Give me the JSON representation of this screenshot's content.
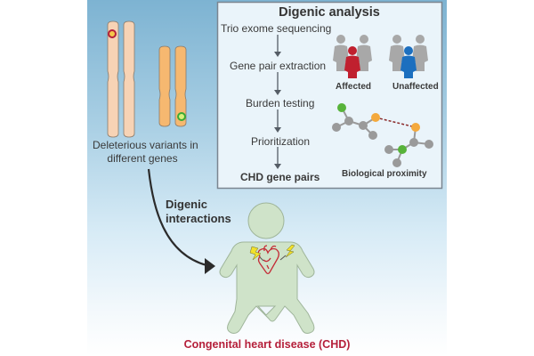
{
  "figure": {
    "colors": {
      "background_top": "#7db3d2",
      "box_fill": "#eaf4fa",
      "chromosome_light": "#f7d3b5",
      "chromosome_dark": "#f6b870",
      "variant_red": "#b5203a",
      "variant_green": "#3aaa35",
      "affected": "#c0202f",
      "unaffected": "#1c6fbf",
      "person_gray": "#a8a8a8",
      "node_gray": "#9a9a9a",
      "node_orange": "#f4a93d",
      "node_green": "#57b33a",
      "baby_fill": "#cfe3c9",
      "heart": "#c42b36",
      "bolt": "#f2e12a",
      "disease_text": "#b5203a"
    },
    "chromosomes_caption": {
      "line1": "Deleterious variants in",
      "line2": "different genes"
    },
    "interaction_label": {
      "line1": "Digenic",
      "line2": "interactions"
    },
    "analysis_box": {
      "title": "Digenic analysis",
      "steps": [
        "Trio exome sequencing",
        "Gene pair extraction",
        "Burden testing",
        "Prioritization",
        "CHD gene pairs"
      ],
      "groups": [
        {
          "label": "Affected",
          "icon": "family-affected-icon"
        },
        {
          "label": "Unaffected",
          "icon": "family-unaffected-icon"
        }
      ],
      "network_label": "Biological proximity"
    },
    "outcome_label": "Congenital heart disease (CHD)"
  }
}
